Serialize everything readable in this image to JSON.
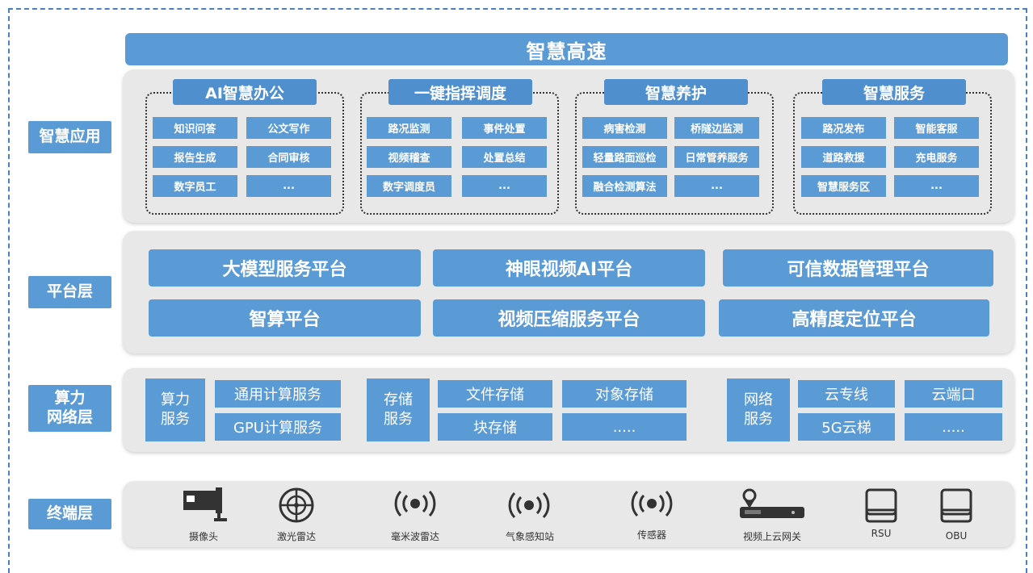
{
  "top_title": "智慧高速",
  "layers": {
    "application": "智慧应用",
    "platform": "平台层",
    "compute": "算力\n网络层",
    "terminal": "终端层"
  },
  "groups": [
    {
      "title": "AI智慧办公",
      "items": [
        "知识问答",
        "公文写作",
        "报告生成",
        "合同审核",
        "数字员工",
        "..."
      ]
    },
    {
      "title": "一键指挥调度",
      "items": [
        "路况监测",
        "事件处置",
        "视频稽查",
        "处置总结",
        "数字调度员",
        "..."
      ]
    },
    {
      "title": "智慧养护",
      "items": [
        "病害检测",
        "桥隧边监测",
        "轻量路面巡检",
        "日常管养服务",
        "融合检测算法",
        "..."
      ]
    },
    {
      "title": "智慧服务",
      "items": [
        "路况发布",
        "智能客服",
        "道路救援",
        "充电服务",
        "智慧服务区",
        "..."
      ]
    }
  ],
  "platforms": [
    "大模型服务平台",
    "神眼视频AI平台",
    "可信数据管理平台",
    "智算平台",
    "视频压缩服务平台",
    "高精度定位平台"
  ],
  "compute": {
    "groups": [
      {
        "title": "算力\n服务",
        "items": [
          "通用计算服务",
          "GPU计算服务"
        ]
      },
      {
        "title": "存储\n服务",
        "items": [
          "文件存储",
          "对象存储",
          "块存储",
          "....."
        ]
      },
      {
        "title": "网络\n服务",
        "items": [
          "云专线",
          "云端口",
          "5G云梯",
          "....."
        ]
      }
    ]
  },
  "devices": [
    {
      "label": "摄像头",
      "icon": "camera-icon"
    },
    {
      "label": "激光雷达",
      "icon": "lidar-icon"
    },
    {
      "label": "毫米波雷达",
      "icon": "radar-wave-icon"
    },
    {
      "label": "气象感知站",
      "icon": "weather-wave-icon"
    },
    {
      "label": "传感器",
      "icon": "sensor-wave-icon"
    },
    {
      "label": "视频上云网关",
      "icon": "gateway-icon"
    },
    {
      "label": "RSU",
      "icon": "rsu-icon"
    },
    {
      "label": "OBU",
      "icon": "obu-icon"
    }
  ]
}
